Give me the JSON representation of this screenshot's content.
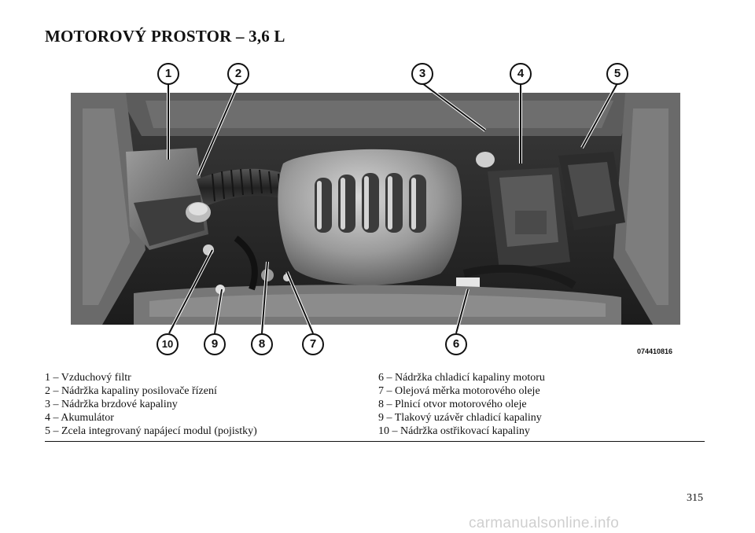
{
  "title": "MOTOROVÝ PROSTOR – 3,6 L",
  "figure": {
    "code": "074410816",
    "callouts": [
      "1",
      "2",
      "3",
      "4",
      "5",
      "6",
      "7",
      "8",
      "9",
      "10"
    ]
  },
  "legend": {
    "left": [
      "1 – Vzduchový filtr",
      "2 – Nádržka kapaliny posilovače řízení",
      "3 – Nádržka brzdové kapaliny",
      "4 – Akumulátor",
      "5 – Zcela integrovaný napájecí modul (pojistky)"
    ],
    "right": [
      "6 – Nádržka chladicí kapaliny motoru",
      "7 – Olejová měrka motorového oleje",
      "8 – Plnicí otvor motorového oleje",
      "9 – Tlakový uzávěr chladicí kapaliny",
      "10 – Nádržka ostřikovací kapaliny"
    ]
  },
  "page_number": "315",
  "watermark": "carmanualsonline.info"
}
